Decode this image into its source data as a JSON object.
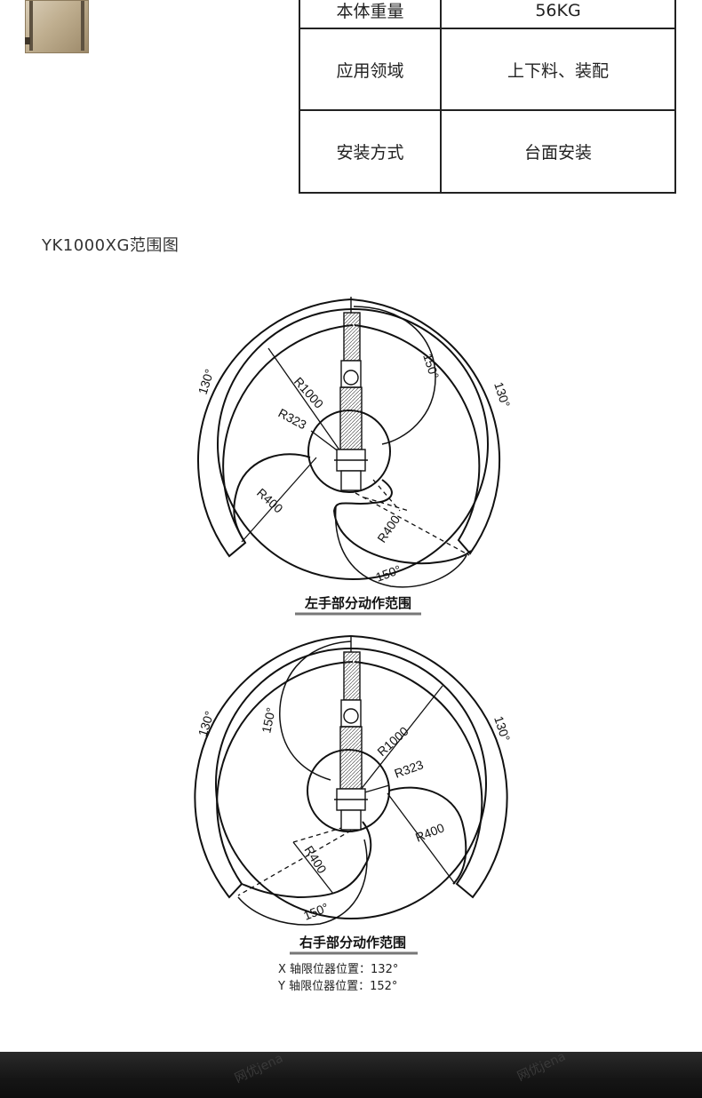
{
  "spec_table": {
    "rows": [
      {
        "label": "本体重量",
        "value": "56KG"
      },
      {
        "label": "应用领域",
        "value": "上下料、装配"
      },
      {
        "label": "安装方式",
        "value": "台面安装"
      }
    ]
  },
  "section_title": "YK1000XG范围图",
  "left_diagram": {
    "caption": "左手部分动作范围",
    "labels": {
      "outer_left": "130°",
      "outer_right": "130°",
      "small_top": "150°",
      "small_bottom": "150°",
      "r_large": "R1000",
      "r_inner": "R323",
      "r_lobe_left": "R400",
      "r_lobe_bottom": "R400"
    }
  },
  "right_diagram": {
    "caption": "右手部分动作范围",
    "labels": {
      "outer_left": "130°",
      "outer_right": "130°",
      "small_top": "150°",
      "small_bottom": "150°",
      "r_large": "R1000",
      "r_inner": "R323",
      "r_lobe_right": "R400",
      "r_lobe_bottom": "R400"
    },
    "notes": [
      "X 轴限位器位置：132°",
      "Y 轴限位器位置：152°"
    ]
  },
  "watermark": "网优jena",
  "colors": {
    "line": "#111111",
    "band": "#151515"
  }
}
